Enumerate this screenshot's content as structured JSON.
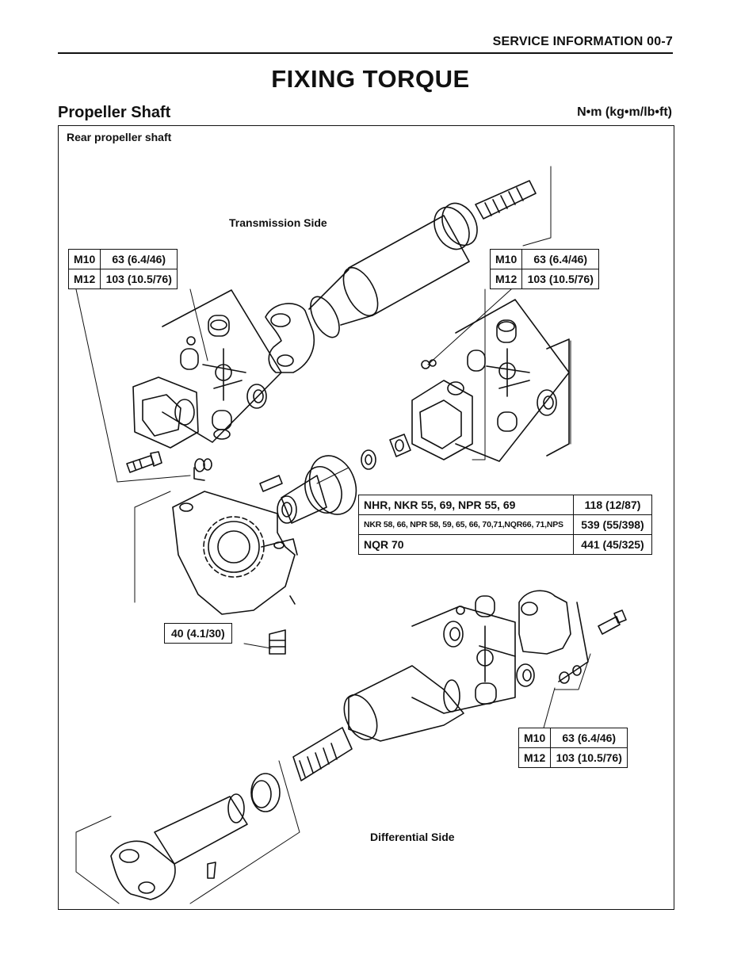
{
  "header": {
    "page_ref": "SERVICE INFORMATION 00-7"
  },
  "title": "FIXING TORQUE",
  "section": {
    "title": "Propeller Shaft",
    "units": "N•m (kg•m/lb•ft)"
  },
  "subsection": "Rear propeller shaft",
  "labels": {
    "transmission_side": "Transmission Side",
    "differential_side": "Differential Side"
  },
  "torque_tables": {
    "left": [
      {
        "bolt": "M10",
        "torque": "63 (6.4/46)"
      },
      {
        "bolt": "M12",
        "torque": "103 (10.5/76)"
      }
    ],
    "right": [
      {
        "bolt": "M10",
        "torque": "63 (6.4/46)"
      },
      {
        "bolt": "M12",
        "torque": "103 (10.5/76)"
      }
    ],
    "lower": [
      {
        "bolt": "M10",
        "torque": "63 (6.4/46)"
      },
      {
        "bolt": "M12",
        "torque": "103 (10.5/76)"
      }
    ]
  },
  "model_table": [
    {
      "models": "NHR, NKR 55, 69, NPR 55, 69",
      "torque": "118  (12/87)"
    },
    {
      "models": "NKR 58, 66, NPR 58, 59, 65, 66, 70,71,NQR66, 71,NPS",
      "torque": "539 (55/398)"
    },
    {
      "models": "NQR 70",
      "torque": "441 (45/325)"
    }
  ],
  "center_bearing_torque": "40 (4.1/30)"
}
